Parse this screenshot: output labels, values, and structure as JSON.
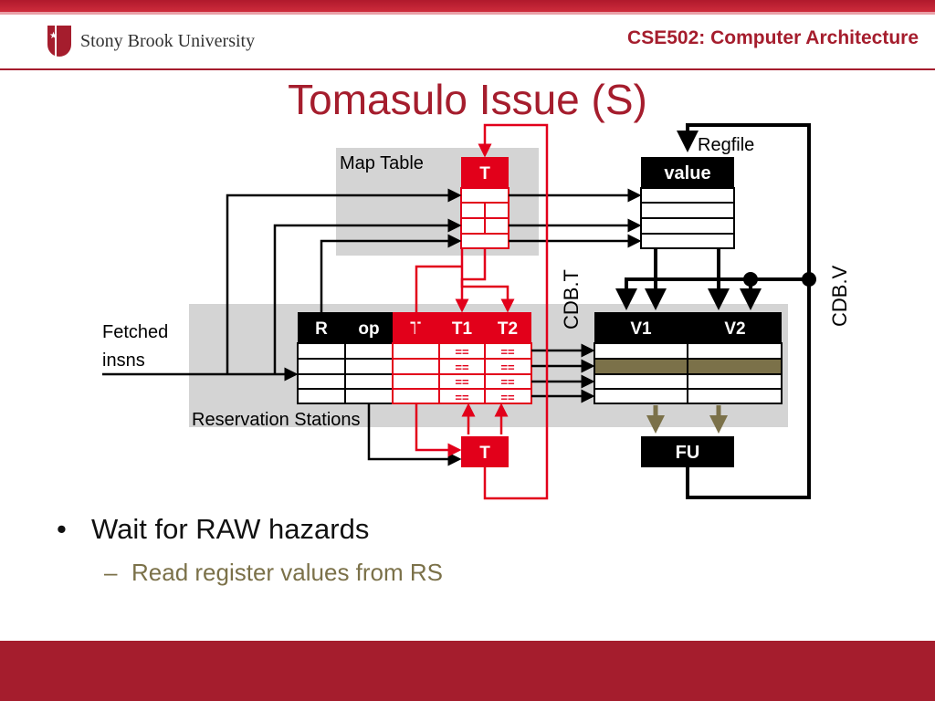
{
  "header": {
    "logo_text": "Stony Brook University",
    "course": "CSE502: Computer Architecture"
  },
  "slide": {
    "title": "Tomasulo Issue (S)"
  },
  "diagram": {
    "map_table_label": "Map Table",
    "map_table_header": "T",
    "regfile_label": "Regfile",
    "regfile_header": "value",
    "fetched_label_1": "Fetched",
    "fetched_label_2": "insns",
    "rs_label": "Reservation Stations",
    "rs_headers": {
      "r": "R",
      "op": "op",
      "t": "T",
      "t1": "T1",
      "t2": "T2",
      "v1": "V1",
      "v2": "V2"
    },
    "cdb_t": "CDB.T",
    "cdb_v": "CDB.V",
    "t_box": "T",
    "fu_box": "FU",
    "compare": "=="
  },
  "bullets": {
    "main": "Wait for RAW hazards",
    "sub": "Read register values from RS"
  }
}
